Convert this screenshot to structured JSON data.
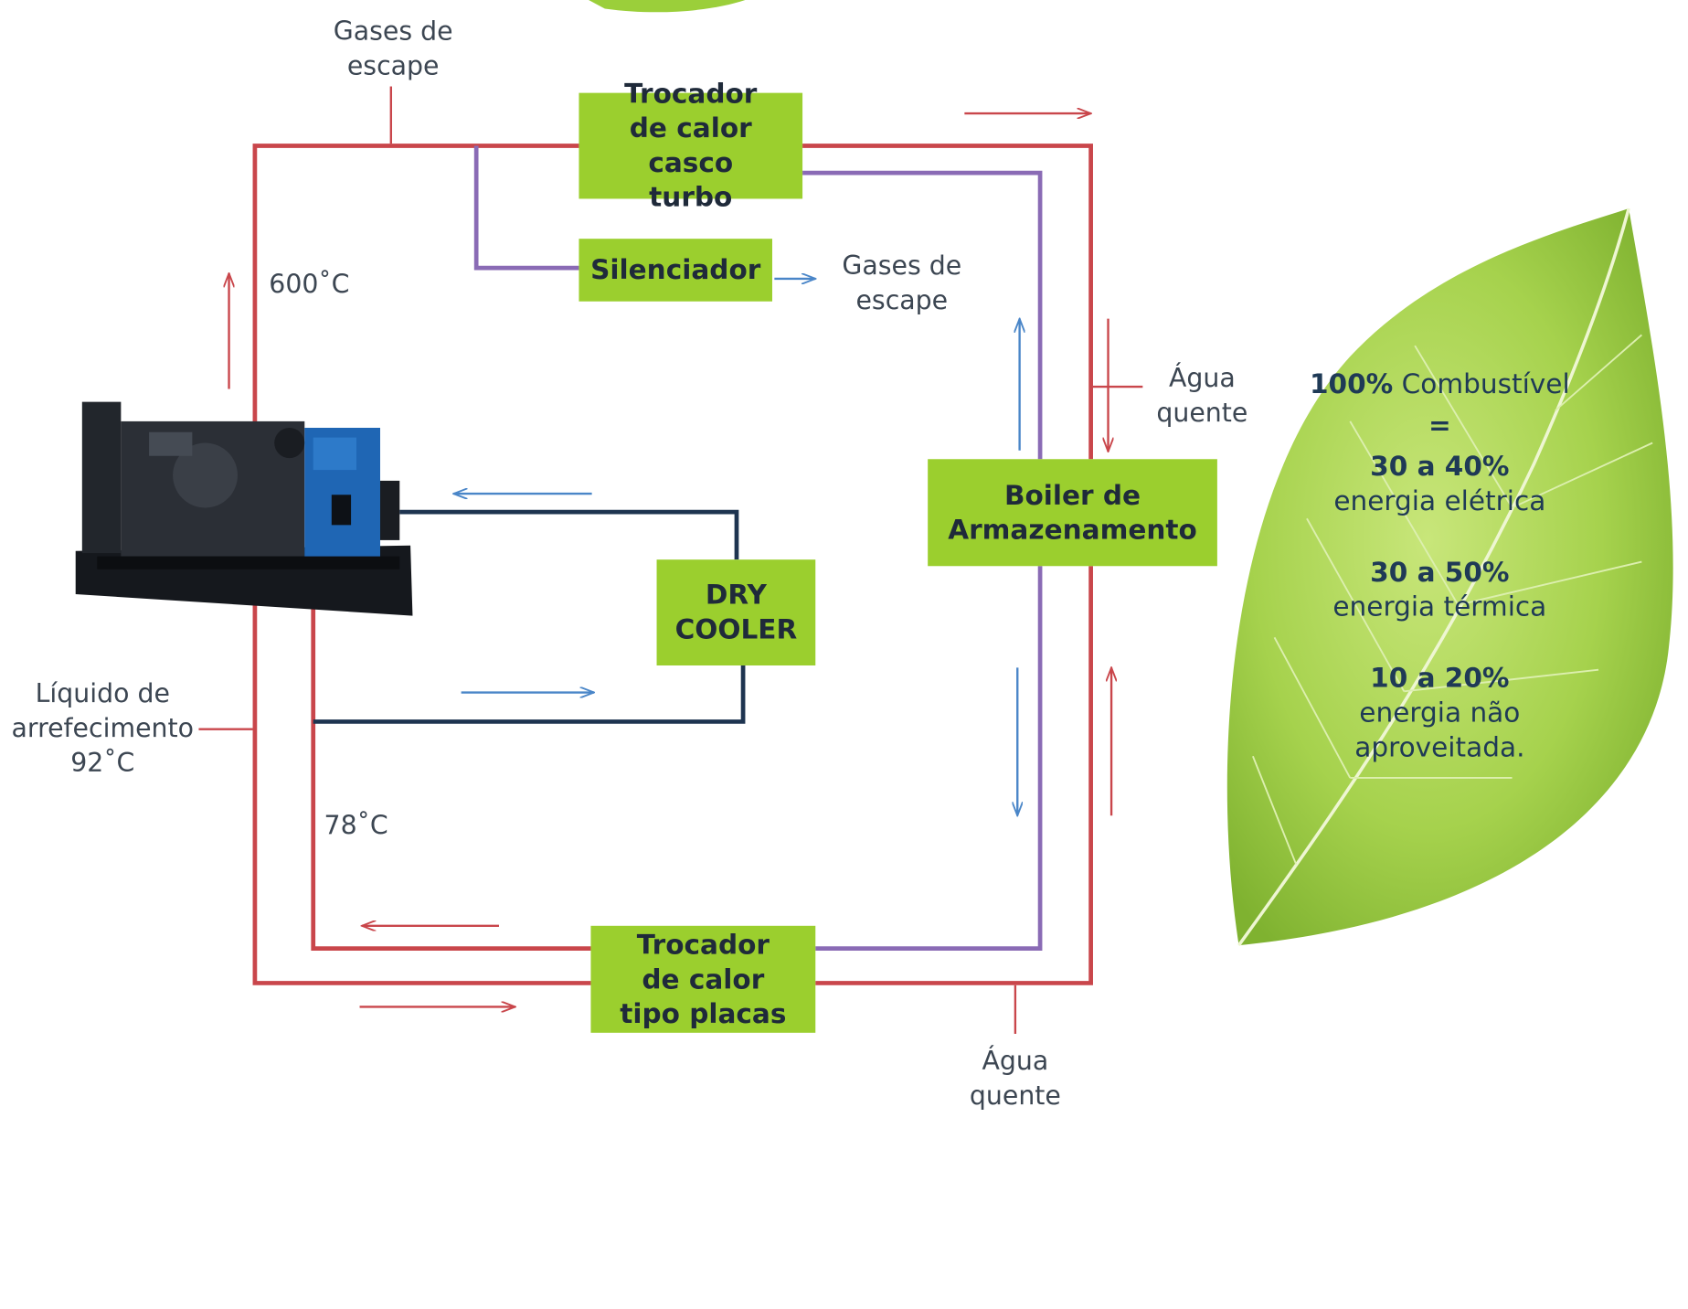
{
  "colors": {
    "accent_green": "#9bcf2e",
    "pipe_red": "#c9464b",
    "pipe_purple": "#8a6bb5",
    "pipe_navy": "#1e3450",
    "arrow_blue": "#4a86c8"
  },
  "icons": [
    "generator-image",
    "leaf-image",
    "flow-arrow"
  ],
  "boxes": {
    "trocador_turbo": "Trocador de calor casco turbo",
    "silenciador": "Silenciador",
    "boiler": "Boiler de Armazenamento",
    "dry_cooler": "DRY COOLER",
    "trocador_placas": "Trocador de calor tipo placas"
  },
  "labels": {
    "gases_top": "Gases de\nescape",
    "gases_mid": "Gases de\nescape",
    "temp_600": "600˚C",
    "temp_78": "78˚C",
    "liquido": "Líquido de\narrefecimento\n92˚C",
    "agua_right": "Água\nquente",
    "agua_bottom": "Água\nquente"
  },
  "leaf": {
    "line1_bold": "100%",
    "line1_rest": " Combustível",
    "equals": "=",
    "e1_pct": "30 a 40%",
    "e1_desc": "energia elétrica",
    "e2_pct": "30 a 50%",
    "e2_desc": "energia térmica",
    "e3_pct": "10 a 20%",
    "e3_desc": "energia não aproveitada."
  }
}
